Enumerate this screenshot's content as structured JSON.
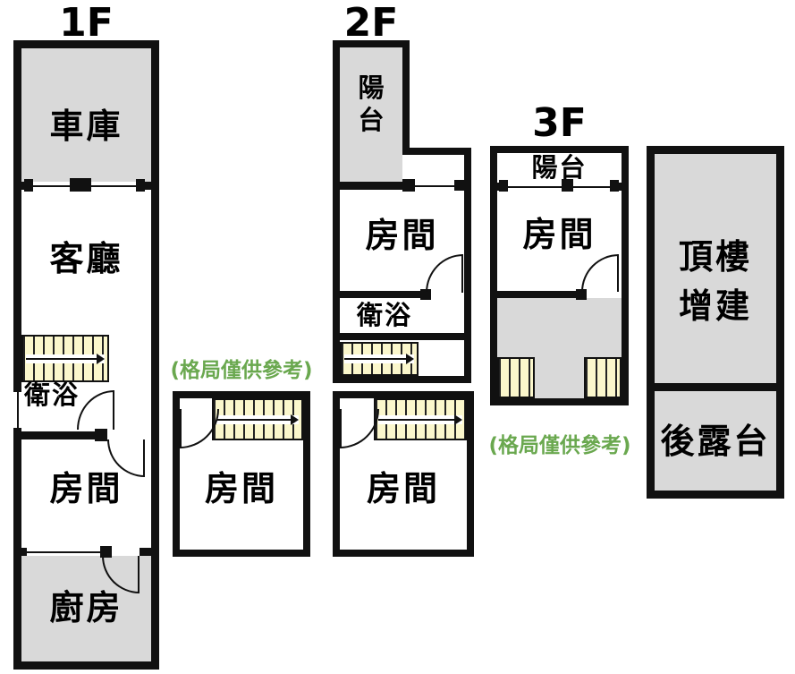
{
  "colors": {
    "wall": "#111111",
    "fill_gray": "#d9d9d9",
    "fill_white": "#ffffff",
    "stairs_yellow": "#fbf7cc",
    "note_green": "#6aa84f"
  },
  "floor1": {
    "title": "1F",
    "garage": "車庫",
    "living_room": "客廳",
    "bathroom": "衛浴",
    "bedroom": "房間",
    "kitchen": "廚房",
    "annex_bedroom": "房間"
  },
  "floor2": {
    "title": "2F",
    "balcony": "陽台",
    "bedroom_front": "房間",
    "bathroom": "衛浴",
    "annex_bedroom": "房間"
  },
  "floor3": {
    "title": "3F",
    "balcony": "陽台",
    "bedroom": "房間"
  },
  "rooftop": {
    "addition": "頂樓\n增建",
    "terrace": "後露台"
  },
  "notes": {
    "left": "(格局僅供參考)",
    "right": "(格局僅供參考)"
  }
}
